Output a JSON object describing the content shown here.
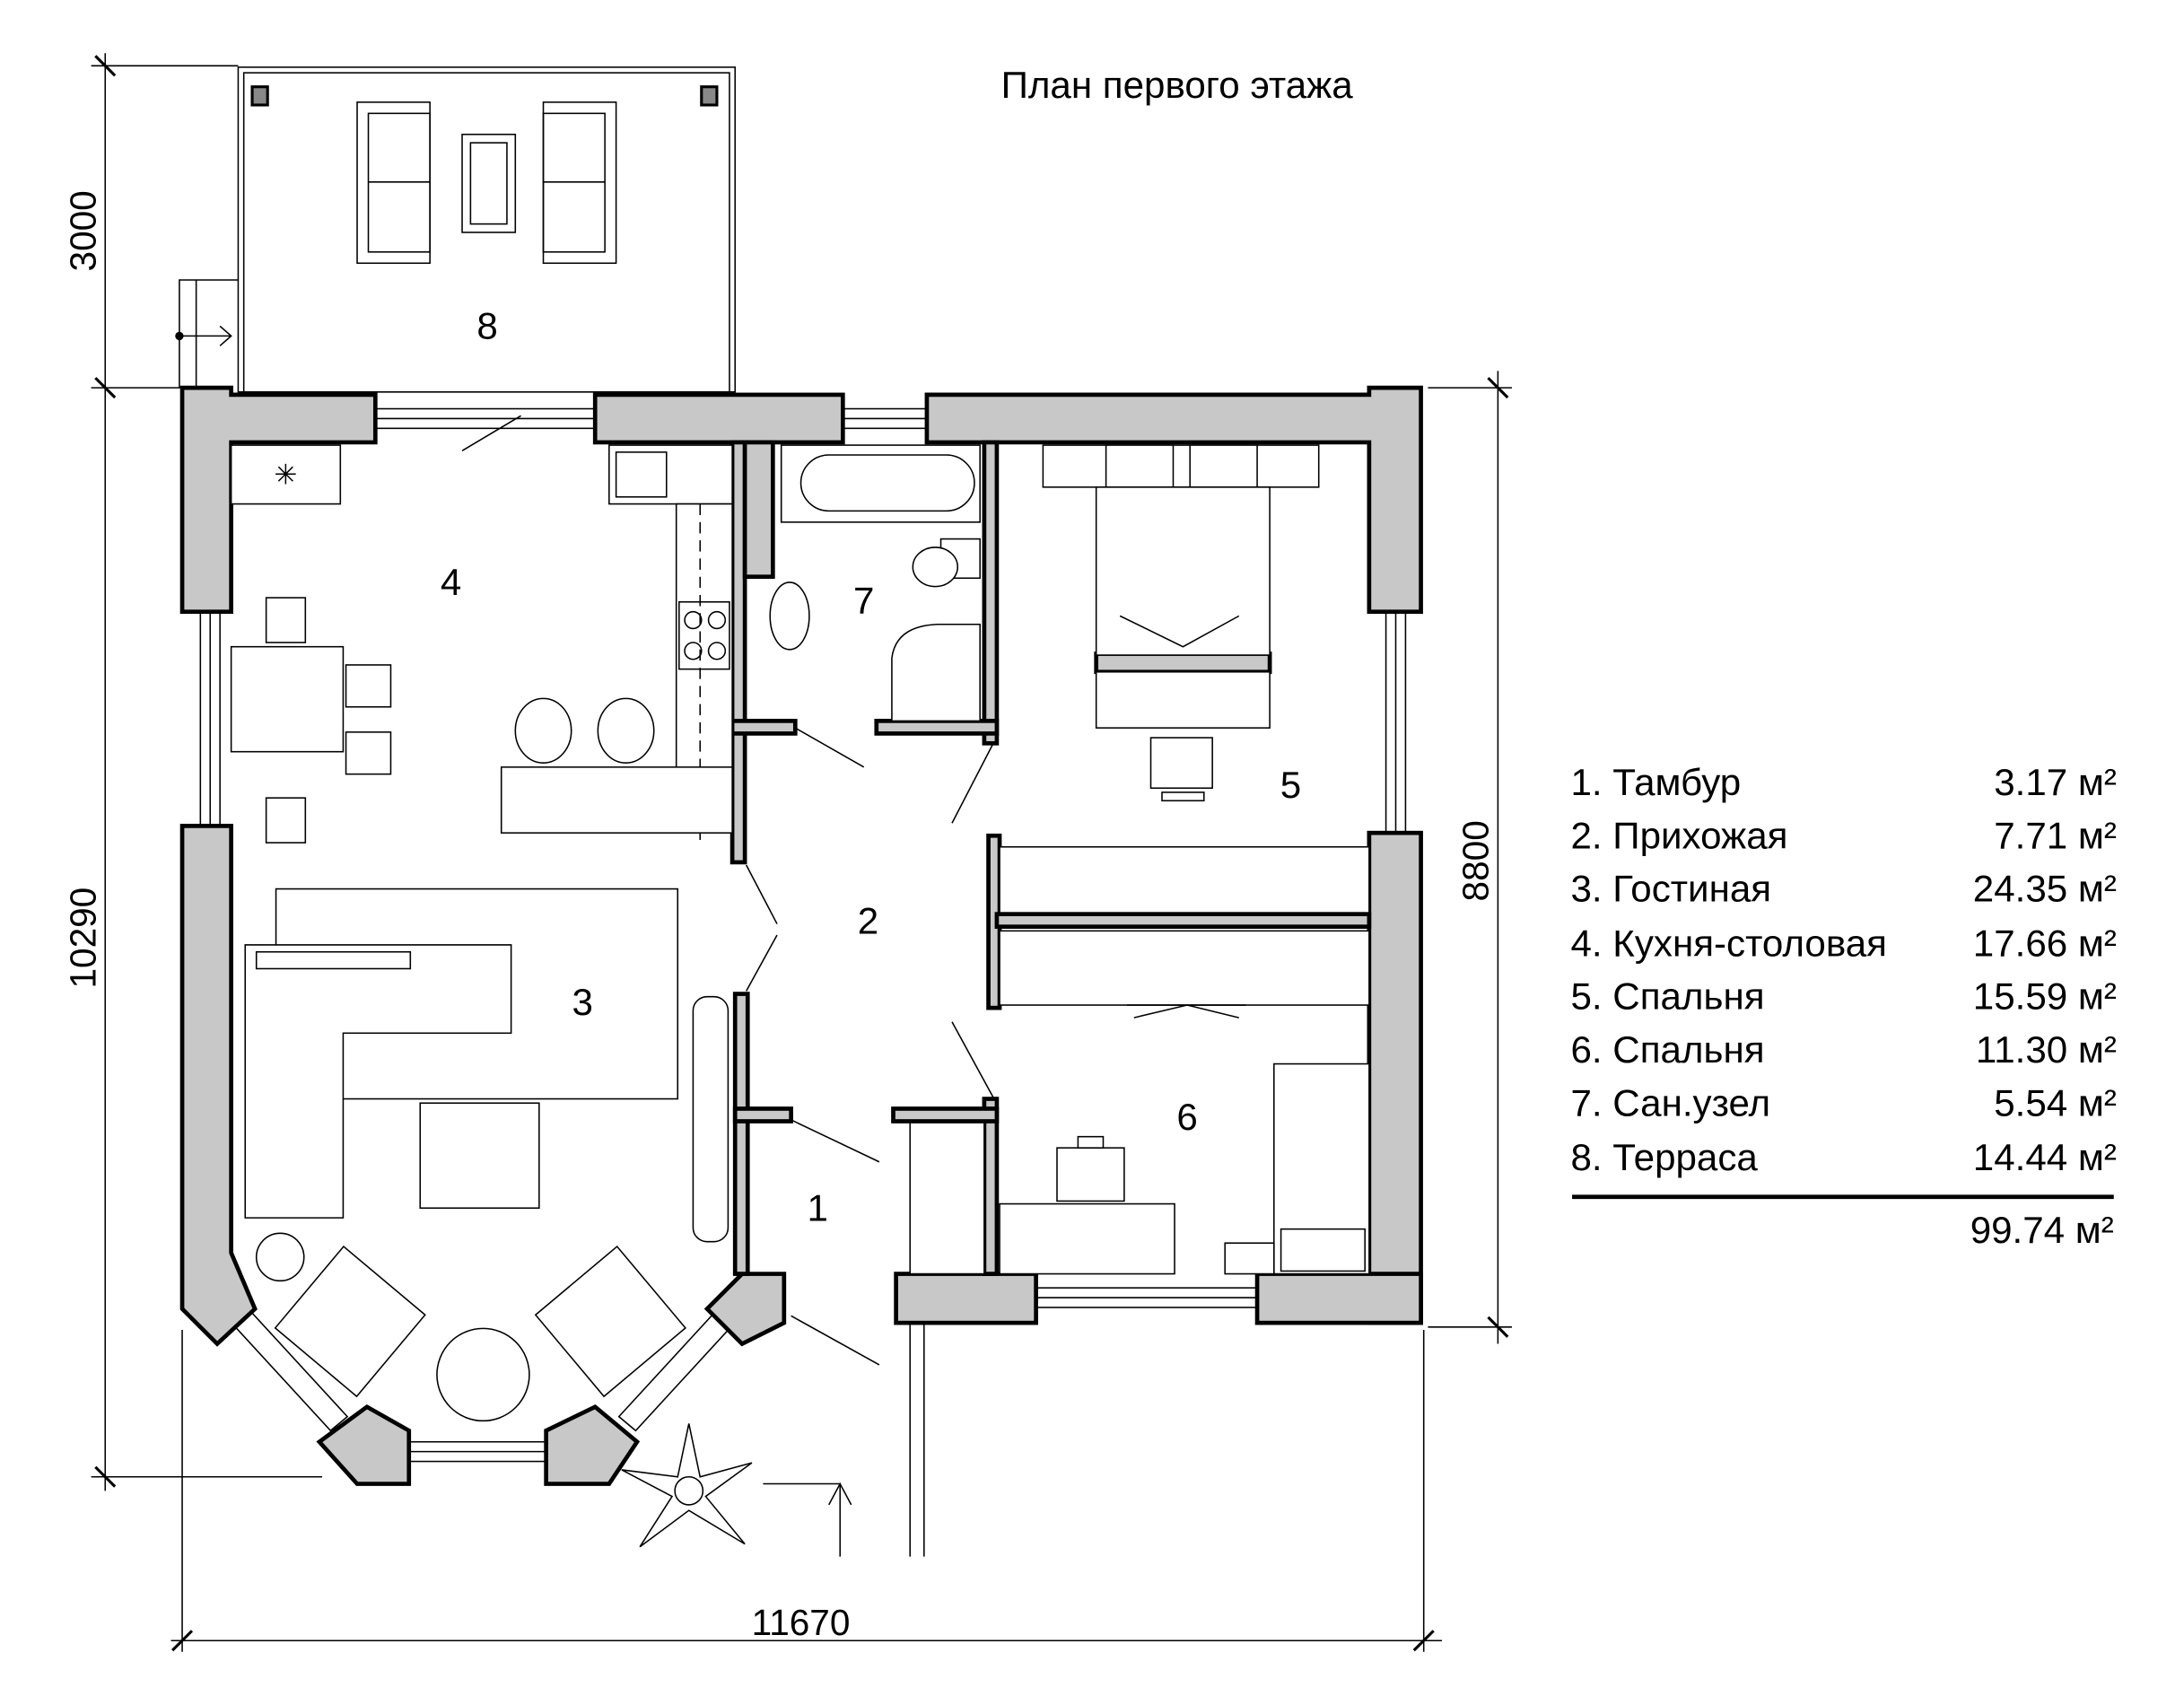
{
  "title": "План первого этажа",
  "dimensions": {
    "terrace_depth": "3000",
    "total_depth": "10290",
    "house_depth": "8800",
    "total_width": "11670"
  },
  "rooms": [
    {
      "number": "1",
      "label": "1. Тамбур",
      "area": "3.17 м²"
    },
    {
      "number": "2",
      "label": "2. Прихожая",
      "area": "7.71 м²"
    },
    {
      "number": "3",
      "label": "3. Гостиная",
      "area": "24.35 м²"
    },
    {
      "number": "4",
      "label": "4. Кухня-столовая",
      "area": "17.66 м²"
    },
    {
      "number": "5",
      "label": "5. Спальня",
      "area": "15.59 м²"
    },
    {
      "number": "6",
      "label": "6. Спальня",
      "area": "11.30 м²"
    },
    {
      "number": "7",
      "label": "7. Сан.узел",
      "area": "5.54 м²"
    },
    {
      "number": "8",
      "label": "8. Терраса",
      "area": "14.44 м²"
    }
  ],
  "total_area": "99.74 м²",
  "colors": {
    "wall": "#c8c8c8",
    "line": "#000000"
  }
}
